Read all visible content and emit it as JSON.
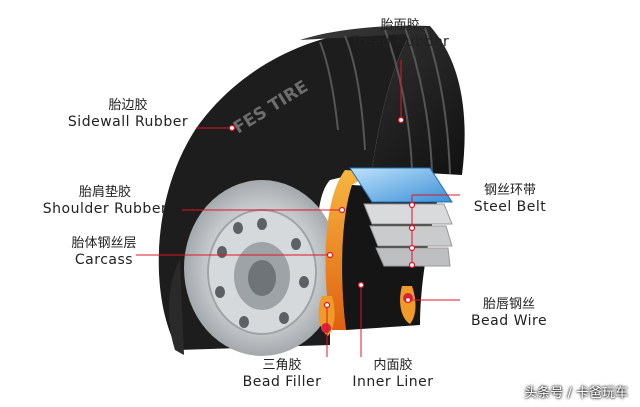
{
  "labels": {
    "tread": {
      "zh": "胎面胶",
      "en": "Tread Rubber"
    },
    "sidewall": {
      "zh": "胎边胶",
      "en": "Sidewall Rubber"
    },
    "shoulder": {
      "zh": "胎肩垫胶",
      "en": "Shoulder Rubber"
    },
    "carcass": {
      "zh": "胎体钢丝层",
      "en": "Carcass"
    },
    "belt": {
      "zh": "钢丝环带",
      "en": "Steel Belt"
    },
    "beadwire": {
      "zh": "胎唇钢丝",
      "en": "Bead Wire"
    },
    "filler": {
      "zh": "三角胶",
      "en": "Bead Filler"
    },
    "liner": {
      "zh": "内面胶",
      "en": "Inner Liner"
    }
  },
  "brand_text": "FES TIRE",
  "watermark": "头条号 / 卡爸玩车",
  "colors": {
    "leader": "#e0152a",
    "tire": "#1b1b1b",
    "belt_blue": "#4aa3e8",
    "carcass_orange": "#f08a1c",
    "rim": "#b8bcc0"
  }
}
